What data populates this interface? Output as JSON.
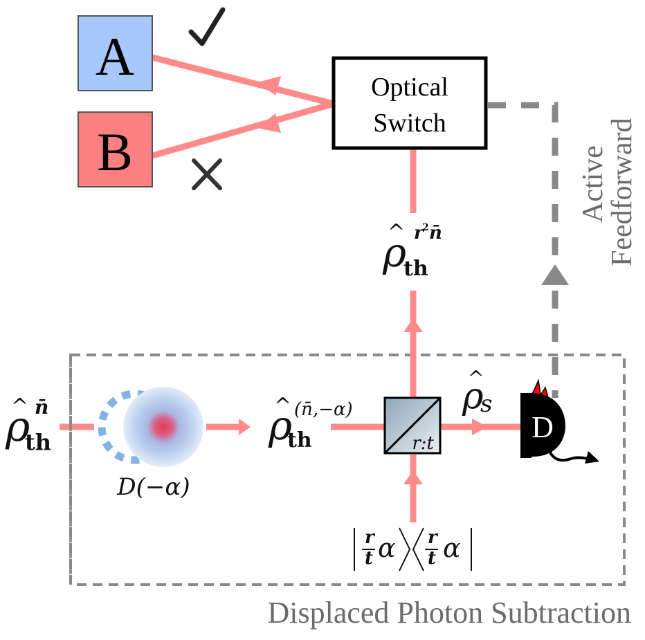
{
  "diagram": {
    "title": "Displaced Photon Subtraction",
    "colors": {
      "beam": "#ff8080",
      "box_a": "#a6c8fa",
      "box_b": "#ff8080",
      "dashed": "#888888",
      "label_gray": "#6b6b6b",
      "detector": "#000000",
      "detector_click": "#ff0000"
    },
    "outputs": [
      {
        "id": "A",
        "label": "A",
        "mark": "✓",
        "mark_name": "checkmark-icon",
        "selected": true
      },
      {
        "id": "B",
        "label": "B",
        "mark": "✕",
        "mark_name": "cross-icon",
        "selected": false
      }
    ],
    "optical_switch": {
      "line1": "Optical",
      "line2": "Switch"
    },
    "feedforward": {
      "line1": "Active",
      "line2": "Feedforward"
    },
    "input_state": {
      "base": "ρ̂",
      "sub": "th",
      "sup": "n̄"
    },
    "displacement_label": "D(−α)",
    "displaced_state": {
      "base": "ρ̂",
      "sub": "th",
      "sup": "(n̄,−α)"
    },
    "beamsplitter_label": "r:t",
    "subtracted_state": {
      "base": "ρ̂",
      "sub": "s"
    },
    "output_state": {
      "base": "ρ̂",
      "sub": "th",
      "sup_r": "r",
      "sup_r_pow": "2",
      "sup_n": "n̄"
    },
    "coherent_input": {
      "ket_open": "|",
      "ket_close": "⟩",
      "bra_open": "⟨",
      "bra_close": "|",
      "num": "r",
      "den": "t",
      "amp": "α"
    },
    "detector_label": "D",
    "box_title": "Displaced Photon Subtraction"
  }
}
